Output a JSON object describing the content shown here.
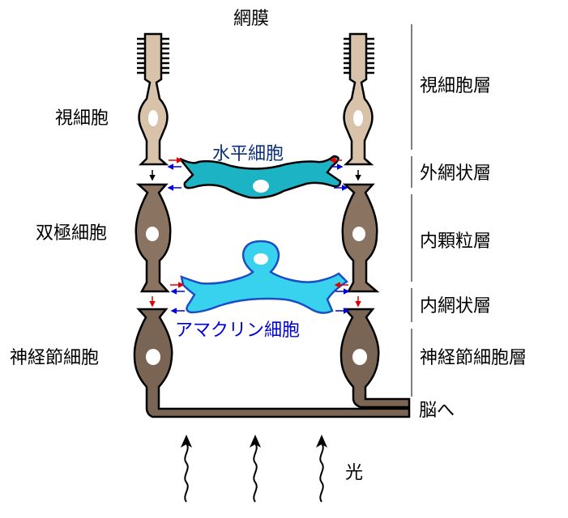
{
  "title": "網膜",
  "cells": {
    "photoreceptor": "視細胞",
    "bipolar": "双極細胞",
    "ganglion": "神経節細胞",
    "horizontal": "水平細胞",
    "amacrine": "アマクリン細胞"
  },
  "layers": {
    "photoreceptor_layer": "視細胞層",
    "outer_plexiform": "外網状層",
    "inner_nuclear": "内顆粒層",
    "inner_plexiform": "内網状層",
    "ganglion_layer": "神経節細胞層"
  },
  "to_brain": "脳へ",
  "light": "光",
  "colors": {
    "photoreceptor": "#d8c3aa",
    "neuron": "#8a7360",
    "horizontal": "#1cb3c4",
    "amacrine": "#39d2ee",
    "excitatory_arrow": "#e00000",
    "inhibitory_arrow": "#0000dd"
  }
}
